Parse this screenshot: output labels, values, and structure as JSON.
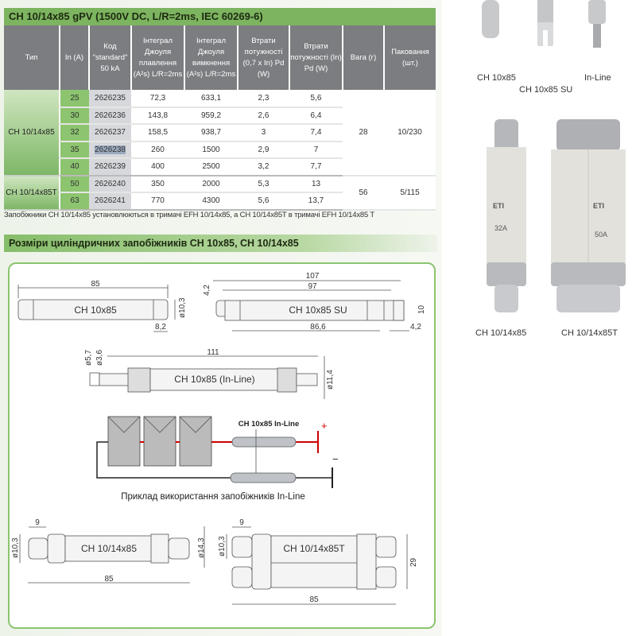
{
  "title": "CH 10/14x85  gPV  (1500V DC, L/R=2ms, IEC 60269-6)",
  "table": {
    "headers": [
      "Тип",
      "In (A)",
      "Код \"standard\" 50 kA",
      "Інтеграл Джоуля плавлення (A²s) L/R=2ms",
      "Інтеграл Джоуля вимкнення (A²s) L/R=2ms",
      "Втрати потужності (0,7 x In) Pd (W)",
      "Втрати потужності (In) Pd (W)",
      "Вага (г)",
      "Паковання (шт.)"
    ],
    "groups": [
      {
        "type": "CH 10/14x85",
        "weight": "28",
        "pack": "10/230",
        "rows": [
          [
            "25",
            "2626235",
            "72,3",
            "633,1",
            "2,3",
            "5,6"
          ],
          [
            "30",
            "2626236",
            "143,8",
            "959,2",
            "2,6",
            "6,4"
          ],
          [
            "32",
            "2626237",
            "158,5",
            "938,7",
            "3",
            "7,4"
          ],
          [
            "35",
            "2626238",
            "260",
            "1500",
            "2,9",
            "7"
          ],
          [
            "40",
            "2626239",
            "400",
            "2500",
            "3,2",
            "7,7"
          ]
        ]
      },
      {
        "type": "CH 10/14x85T",
        "weight": "56",
        "pack": "5/115",
        "rows": [
          [
            "50",
            "2626240",
            "350",
            "2000",
            "5,3",
            "13"
          ],
          [
            "63",
            "2626241",
            "770",
            "4300",
            "5,6",
            "13,7"
          ]
        ]
      }
    ]
  },
  "note": "Запобіжники CH 10/14x85 установлюються в тримачі EFH 10/14x85, а CH 10/14x85T в тримачі EFH 10/14x85 T",
  "section_title": "Розміри циліндричних запобіжників CH 10x85, CH 10/14x85",
  "diagrams": {
    "ch10x85": {
      "name": "CH 10x85",
      "len": "85",
      "dia": "ø10,3",
      "cap": "8,2"
    },
    "su": {
      "name": "CH 10x85 SU",
      "total": "107",
      "inner": "97",
      "body": "86,6",
      "slot": "4,2",
      "slot2": "4,2",
      "h": "10"
    },
    "inline": {
      "name": "CH 10x85 (In-Line)",
      "len": "111",
      "d1": "ø5,7",
      "d2": "ø3,6",
      "dia": "ø11,4"
    },
    "example": {
      "label": "CH 10x85 In-Line",
      "plus": "+",
      "minus": "−",
      "caption": "Приклад використання запобіжників In-Line"
    },
    "ch1014": {
      "name": "CH 10/14x85",
      "cap": "9",
      "d1": "ø10,3",
      "d2": "ø14,3",
      "len": "85"
    },
    "ch1014t": {
      "name": "CH 10/14x85T",
      "cap": "9",
      "d1": "ø10,3",
      "h": "29",
      "len": "85"
    }
  },
  "photos": {
    "top": [
      "CH 10x85",
      "CH 10x85 SU",
      "In-Line"
    ],
    "bottom": [
      "CH 10/14x85",
      "CH 10/14x85T"
    ],
    "marks": [
      "ETI",
      "32A",
      "50A"
    ]
  }
}
